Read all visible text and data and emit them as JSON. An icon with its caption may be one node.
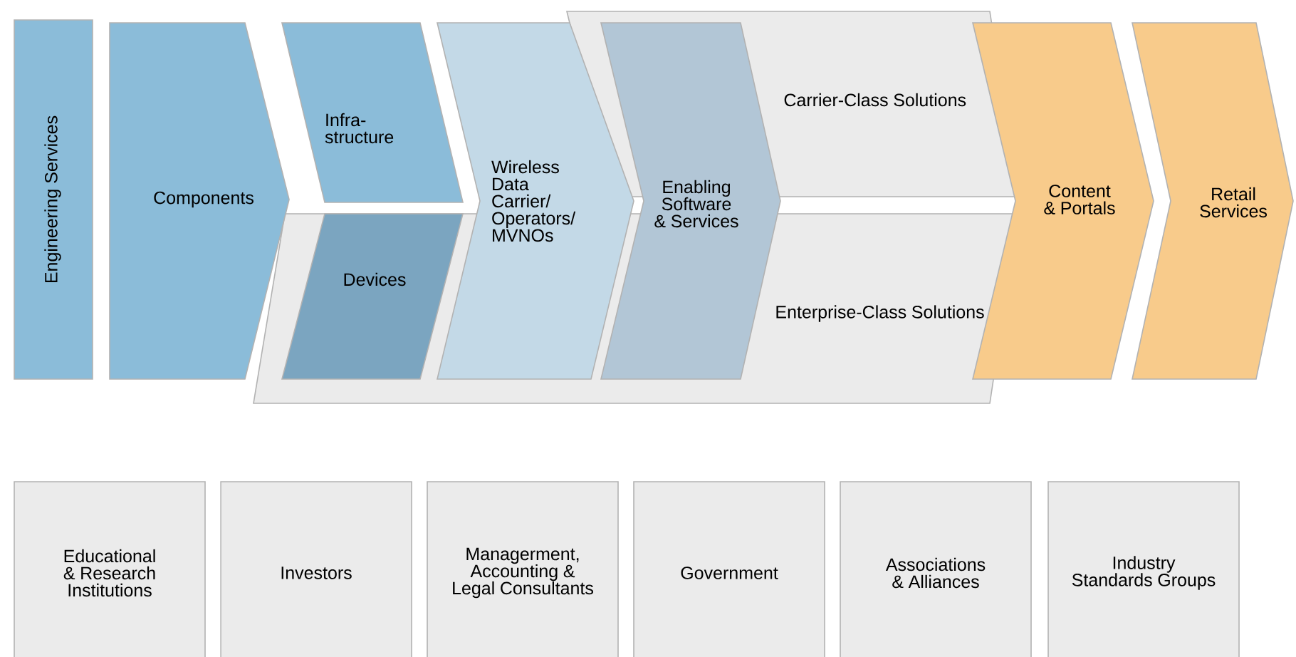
{
  "diagram": {
    "nodes": [
      {
        "text": [
          "Engineering Services"
        ]
      },
      {
        "text": [
          "Components"
        ]
      },
      {
        "text": [
          "Carrier-Class Solutions"
        ]
      },
      {
        "text": [
          "Enterprise-Class Solutions"
        ]
      },
      {
        "text": [
          "Infra- structure"
        ]
      },
      {
        "text": [
          "Devices"
        ],
        "in": 3
      },
      {
        "text": [
          "Wireless Data Carrier/ Operators/ MVNOs"
        ]
      },
      {
        "text": [
          "Enabling Software & Services"
        ]
      },
      {
        "text": [
          "Content & Portals"
        ]
      },
      {
        "text": [
          "Retail Services"
        ]
      },
      {
        "text": [
          "Educational & Research Institutions"
        ]
      },
      {
        "text": [
          "Investors"
        ]
      },
      {
        "text": [
          "Managerment, Accounting & Legal Consultants"
        ]
      },
      {
        "text": [
          "Government"
        ]
      },
      {
        "text": [
          "Associations & Alliances"
        ]
      },
      {
        "text": [
          "Industry Standards Groups"
        ]
      }
    ]
  }
}
